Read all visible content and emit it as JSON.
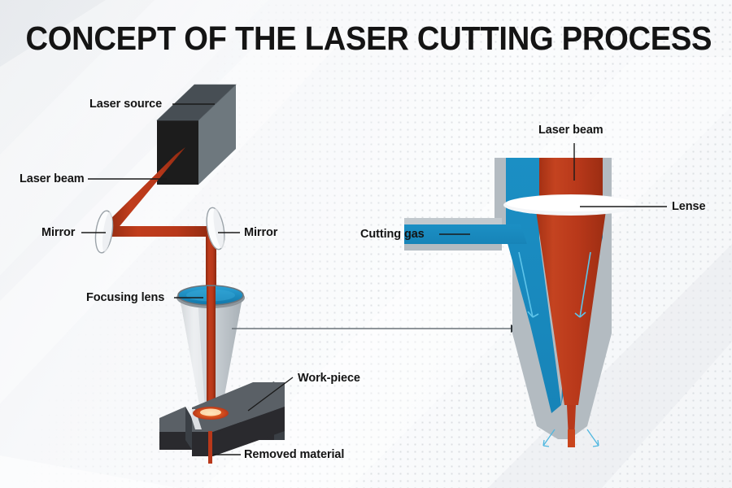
{
  "page": {
    "title": "CONCEPT OF THE LASER CUTTING PROCESS",
    "background_color": "#f2f4f6",
    "dot_color": "#d6dade"
  },
  "colors": {
    "laser_beam": "#b8381a",
    "laser_beam_dark": "#9c2d12",
    "cutting_gas": "#1b8fc4",
    "nozzle_wall": "#b3bbc1",
    "lens_blue": "#1b8fc4",
    "lens_rim": "#7d858b",
    "cone_body": "#c8ced3",
    "box_front": "#1c1c1c",
    "box_top": "#474e54",
    "box_side": "#6e787e",
    "workpiece_top": "#5a6066",
    "workpiece_front": "#2a2a2e",
    "leader_line": "#1a1a1a",
    "arrow_gray": "#6b7379",
    "title_text": "#141414"
  },
  "left_diagram": {
    "name": "schematic-laser-cutting-head",
    "labels": [
      {
        "id": "laser-source",
        "text": "Laser source"
      },
      {
        "id": "laser-beam",
        "text": "Laser beam"
      },
      {
        "id": "mirror-left",
        "text": "Mirror"
      },
      {
        "id": "mirror-right",
        "text": "Mirror"
      },
      {
        "id": "focusing-lens",
        "text": "Focusing lens"
      },
      {
        "id": "work-piece",
        "text": "Work-piece"
      },
      {
        "id": "removed-material",
        "text": "Removed material"
      }
    ]
  },
  "right_diagram": {
    "name": "nozzle-cross-section",
    "labels": [
      {
        "id": "laser-beam-nozzle",
        "text": "Laser beam"
      },
      {
        "id": "lense",
        "text": "Lense"
      },
      {
        "id": "cutting-gas",
        "text": "Cutting gas"
      }
    ]
  },
  "connector": {
    "name": "detail-zoom-arrow",
    "from": "focusing-nozzle-cone",
    "to": "nozzle-cross-section"
  }
}
